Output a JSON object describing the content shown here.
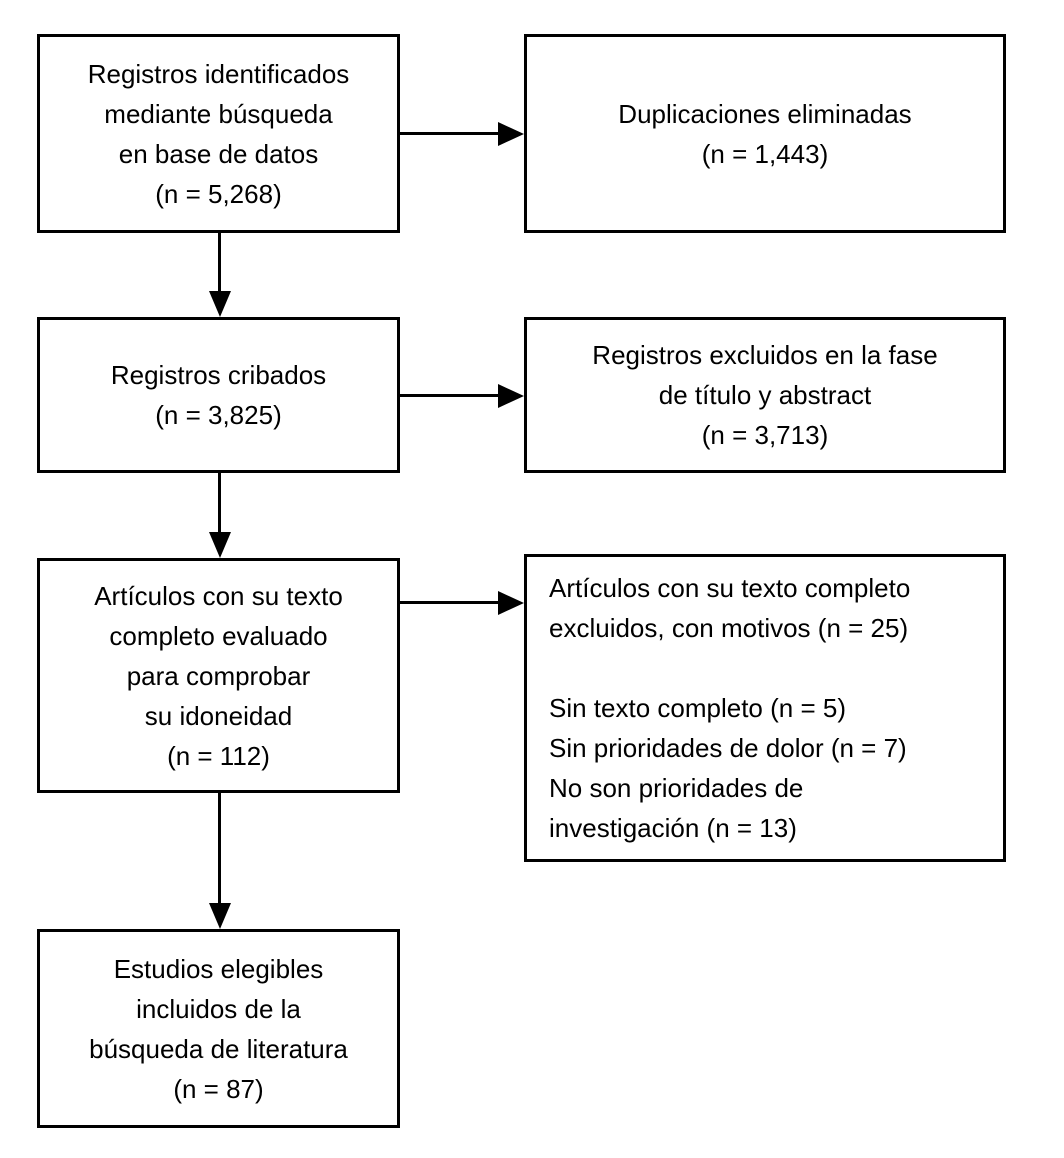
{
  "diagram": {
    "type": "flowchart",
    "background_color": "#ffffff",
    "line_color": "#000000",
    "boxes": {
      "identified": {
        "lines": [
          "Registros identificados",
          "mediante búsqueda",
          "en base de datos",
          "(n = 5,268)"
        ]
      },
      "duplicates_removed": {
        "lines": [
          "Duplicaciones eliminadas",
          "(n = 1,443)"
        ]
      },
      "screened": {
        "lines": [
          "Registros cribados",
          "(n = 3,825)"
        ]
      },
      "title_abstract_excluded": {
        "lines": [
          "Registros excluidos en la fase",
          "de título y abstract",
          "(n = 3,713)"
        ]
      },
      "fulltext_assessed": {
        "lines": [
          "Artículos con su texto",
          "completo evaluado",
          "para comprobar",
          "su idoneidad",
          "(n = 112)"
        ]
      },
      "fulltext_excluded": {
        "intro_lines": [
          "Artículos con su texto completo",
          "excluidos, con motivos (n = 25)"
        ],
        "reason_lines": [
          "Sin texto completo (n = 5)",
          "Sin prioridades de dolor (n = 7)",
          "No son prioridades de",
          "investigación (n = 13)"
        ]
      },
      "included": {
        "lines": [
          "Estudios elegibles",
          "incluidos de la",
          "búsqueda de literatura",
          "(n = 87)"
        ]
      }
    }
  }
}
